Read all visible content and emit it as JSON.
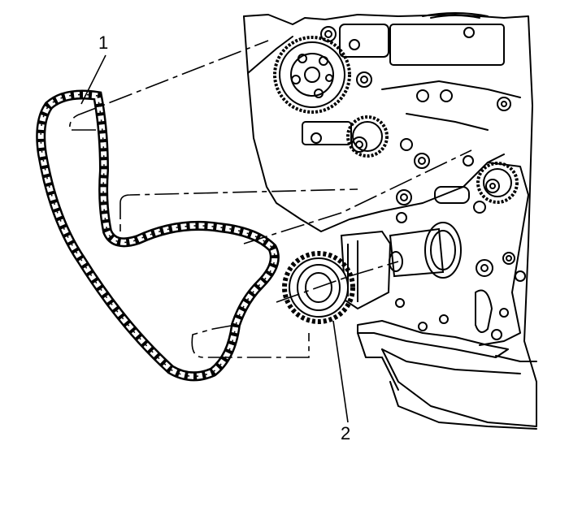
{
  "callouts": {
    "one": "1",
    "two": "2"
  },
  "parts": [
    {
      "callout": "1",
      "part": "timing-chain"
    },
    {
      "callout": "2",
      "part": "crankshaft-sprocket"
    }
  ],
  "colors": {
    "line": "#000000",
    "background": "#ffffff"
  }
}
